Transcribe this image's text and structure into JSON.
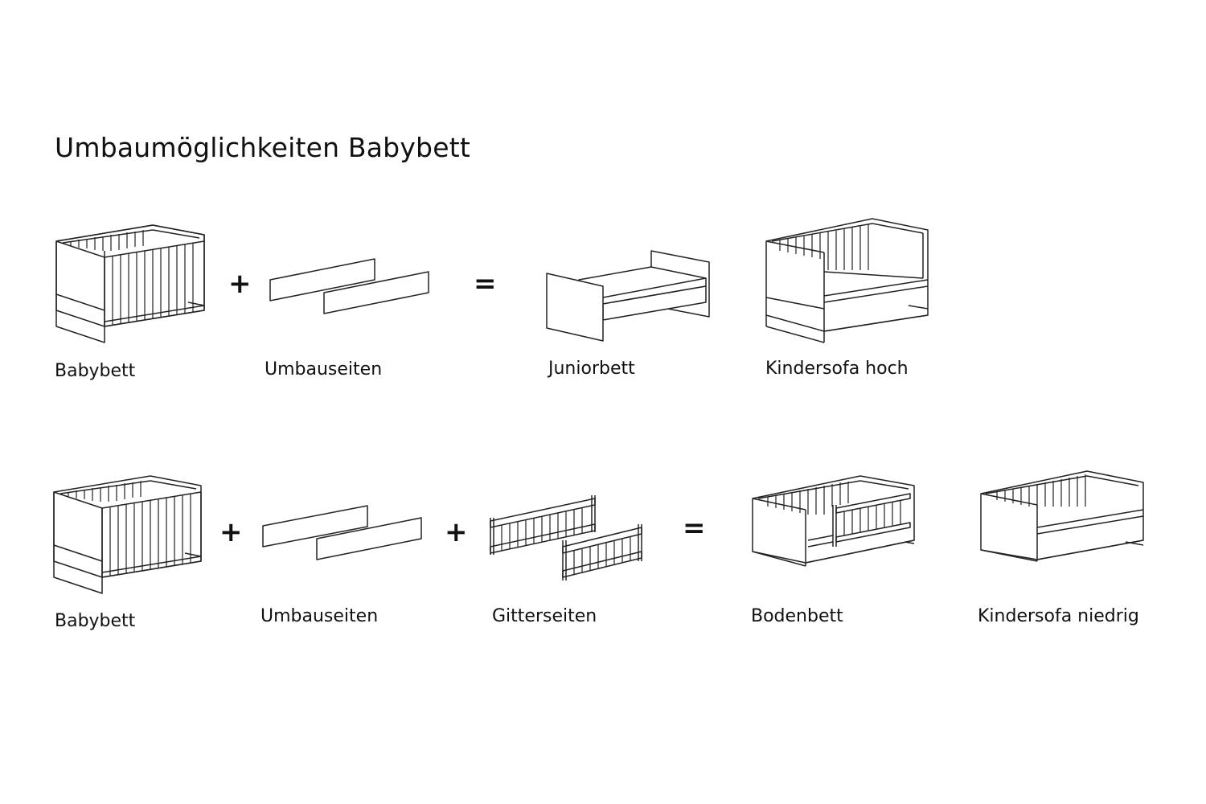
{
  "title": "Umbaumöglichkeiten Babybett",
  "row1": {
    "labels": [
      "Babybett",
      "Umbauseiten",
      "Juniorbett",
      "Kindersofa hoch"
    ],
    "ops": [
      "+",
      "="
    ]
  },
  "row2": {
    "labels": [
      "Babybett",
      "Umbauseiten",
      "Gitterseiten",
      "Bodenbett",
      "Kindersofa niedrig"
    ],
    "ops": [
      "+",
      "+",
      "="
    ]
  },
  "icons": [
    "crib-icon",
    "conversion-panels-icon",
    "junior-bed-icon",
    "child-sofa-high-icon",
    "crib-icon",
    "conversion-panels-icon",
    "rail-sides-icon",
    "floor-bed-icon",
    "child-sofa-low-icon"
  ]
}
